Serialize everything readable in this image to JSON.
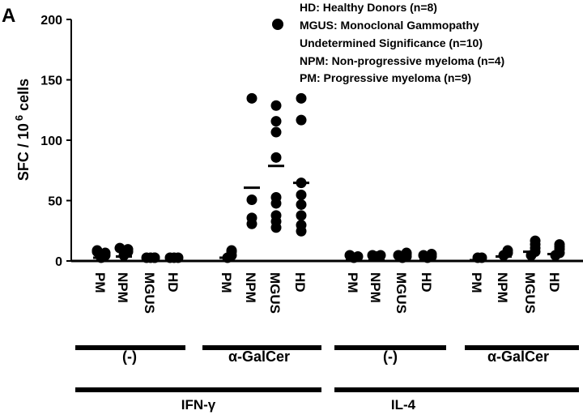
{
  "panel_letter": "A",
  "chart_data": {
    "type": "scatter",
    "ylabel": "SFC / 10",
    "ylabel_exponent": "6",
    "ylabel_suffix": "cells",
    "ylim": [
      0,
      200
    ],
    "yticks": [
      0,
      50,
      100,
      150,
      200
    ],
    "legend": {
      "position": "top-right",
      "lines": [
        "HD: Healthy Donors (n=8)",
        "MGUS: Monoclonal Gammopathy",
        "Undetermined Significance (n=10)",
        "NPM: Non-progressive myeloma (n=4)",
        "PM: Progressive myeloma (n=9)"
      ]
    },
    "categories": [
      "PM",
      "NPM",
      "MGUS",
      "HD",
      "PM",
      "NPM",
      "MGUS",
      "HD",
      "PM",
      "NPM",
      "MGUS",
      "HD",
      "PM",
      "NPM",
      "MGUS",
      "HD"
    ],
    "stimulus_labels": [
      "(-)",
      "α-GalCer",
      "(-)",
      "α-GalCer"
    ],
    "cytokine_labels": [
      "IFN-γ",
      "IL-4"
    ],
    "series": [
      {
        "values": [
          0,
          2,
          4,
          5,
          6
        ],
        "mean": 2
      },
      {
        "values": [
          2,
          5,
          7,
          8
        ],
        "mean": 3
      },
      {
        "values": [
          0,
          0,
          0,
          0
        ],
        "mean": 0
      },
      {
        "values": [
          0,
          0,
          0
        ],
        "mean": 0
      },
      {
        "values": [
          0,
          2,
          5,
          6
        ],
        "mean": 2
      },
      {
        "values": [
          28,
          33,
          48,
          132
        ],
        "mean": 60
      },
      {
        "values": [
          25,
          30,
          35,
          45,
          50,
          83,
          104,
          113,
          126
        ],
        "mean": 78
      },
      {
        "values": [
          22,
          27,
          35,
          44,
          52,
          62,
          114,
          132
        ],
        "mean": 64
      },
      {
        "values": [
          0,
          1,
          2
        ],
        "mean": 0
      },
      {
        "values": [
          1,
          2,
          2
        ],
        "mean": 1
      },
      {
        "values": [
          0,
          1,
          2,
          3,
          4
        ],
        "mean": 2
      },
      {
        "values": [
          0,
          1,
          2,
          3
        ],
        "mean": 1
      },
      {
        "values": [
          0,
          0
        ],
        "mean": 0
      },
      {
        "values": [
          2,
          4,
          6
        ],
        "mean": 3
      },
      {
        "values": [
          2,
          5,
          8,
          11,
          14
        ],
        "mean": 7
      },
      {
        "values": [
          2,
          4,
          7,
          9,
          11
        ],
        "mean": 5
      }
    ]
  }
}
